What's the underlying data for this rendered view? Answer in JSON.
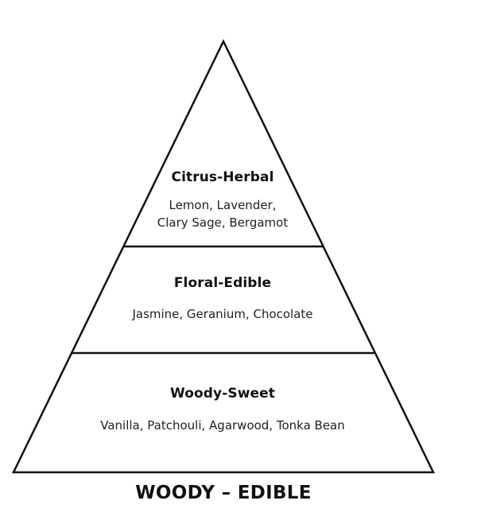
{
  "pyramid": {
    "tiers": [
      {
        "title": "Citrus-Herbal",
        "notes_line1": "Lemon, Lavender,",
        "notes_line2": "Clary Sage, Bergamot"
      },
      {
        "title": "Floral-Edible",
        "notes_line1": "Jasmine, Geranium, Chocolate"
      },
      {
        "title": "Woody-Sweet",
        "notes_line1": "Vanilla, Patchouli, Agarwood, Tonka Bean"
      }
    ],
    "caption": "WOODY – EDIBLE"
  },
  "colors": {
    "stroke": "#111111",
    "background": "#ffffff"
  }
}
